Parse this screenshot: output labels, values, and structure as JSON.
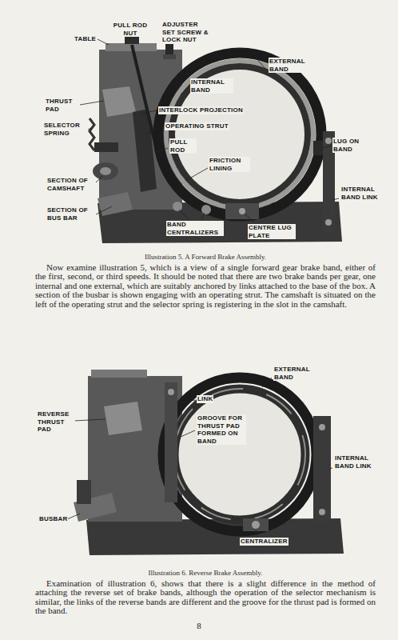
{
  "diagram": {
    "labels": [
      "PULL ROD NUT",
      "ADJUSTER SET SCREW & LOCK NUT",
      "TABLE",
      "EXTERNAL BAND",
      "INTERNAL BAND",
      "THRUST PAD",
      "INTERLOCK PROJECTION",
      "SELECTOR SPRING",
      "OPERATING STRUT",
      "PULL ROD",
      "LUG ON BAND",
      "FRICTION LINING",
      "SECTION OF CAMSHAFT",
      "SECTION OF BUS BAR",
      "INTERNAL BAND LINK",
      "BAND CENTRALIZERS",
      "CENTRE LUG PLATE",
      "Illustration 5. A Forward Brake Assembly.",
      "Now examine illustration 5, which is a view of a single forward gear brake band, either of the first, second, or third speeds. It should be noted that there are two brake bands per gear, one internal and one external, which are suitably anchored by links attached to the base of the box. A section of the busbar is shown engaging with an operating strut. The camshaft is situated on the left of the operating strut and the selector spring is registering in the slot in the camshaft.",
      "EXTERNAL BAND",
      "LINK",
      "REVERSE THRUST PAD",
      "GROOVE FOR THRUST PAD FORMED ON BAND",
      "INTERNAL BAND LINK",
      "BUSBAR",
      "CENTRALIZER",
      "Illustration 6. Reverse Brake Assembly.",
      "Examination of illustration 6, shows that there is a slight difference in the method of attaching the reverse set of brake bands, although the operation of the selector mechanism is similar, the links of the reverse bands are different and the groove for the thrust pad is formed on the band.",
      "8"
    ]
  }
}
